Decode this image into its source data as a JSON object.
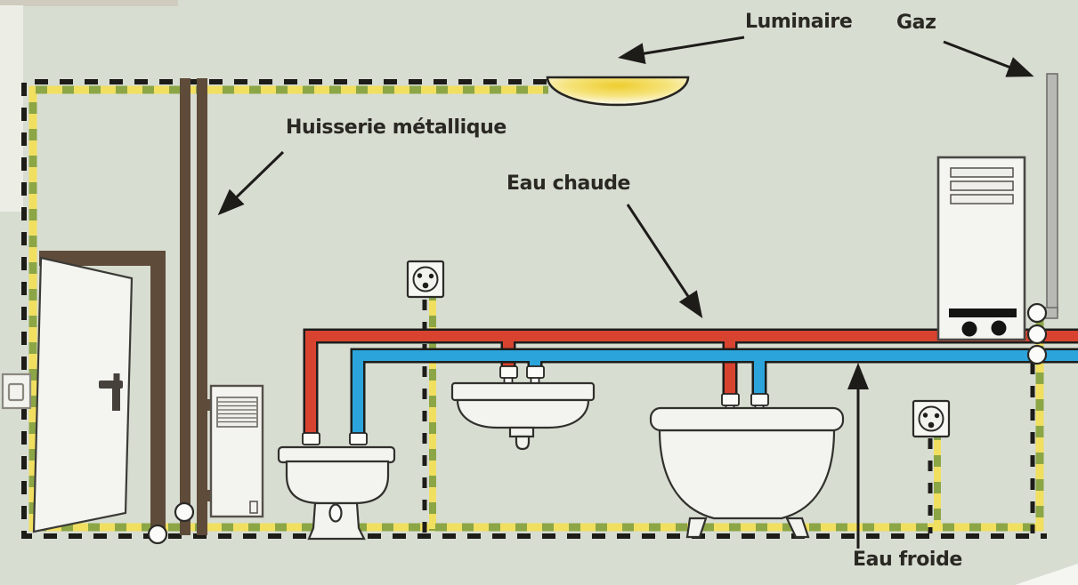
{
  "labels": {
    "luminaire": "Luminaire",
    "gaz": "Gaz",
    "huisserie_metallique": "Huisserie métallique",
    "eau_chaude": "Eau chaude",
    "eau_froide": "Eau froide"
  },
  "colors": {
    "background": "#d8ddd2",
    "hot_water_red": "#d84330",
    "cold_water_blue": "#2ba4db",
    "bonding_yellow": "#f1df60",
    "bonding_green": "#8ca646",
    "dash_black": "#1d1c19",
    "metal_frame_brown": "#5e4b39",
    "gas_pipe_gray": "#b8b8b5",
    "fixture_white": "#f3f3f0",
    "outline_dark": "#31302c",
    "label_text": "#2a2822",
    "lamp_glow_yellow": "#eecd2f"
  }
}
